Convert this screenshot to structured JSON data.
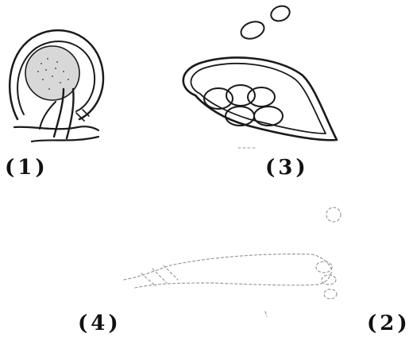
{
  "labels": {
    "fig1": "(1)",
    "fig2": "(2)",
    "fig3": "(3)",
    "fig4": "(4)"
  },
  "colors": {
    "ink": "#1a1a1a",
    "faint": "#9a9a9a",
    "background": "#ffffff"
  }
}
